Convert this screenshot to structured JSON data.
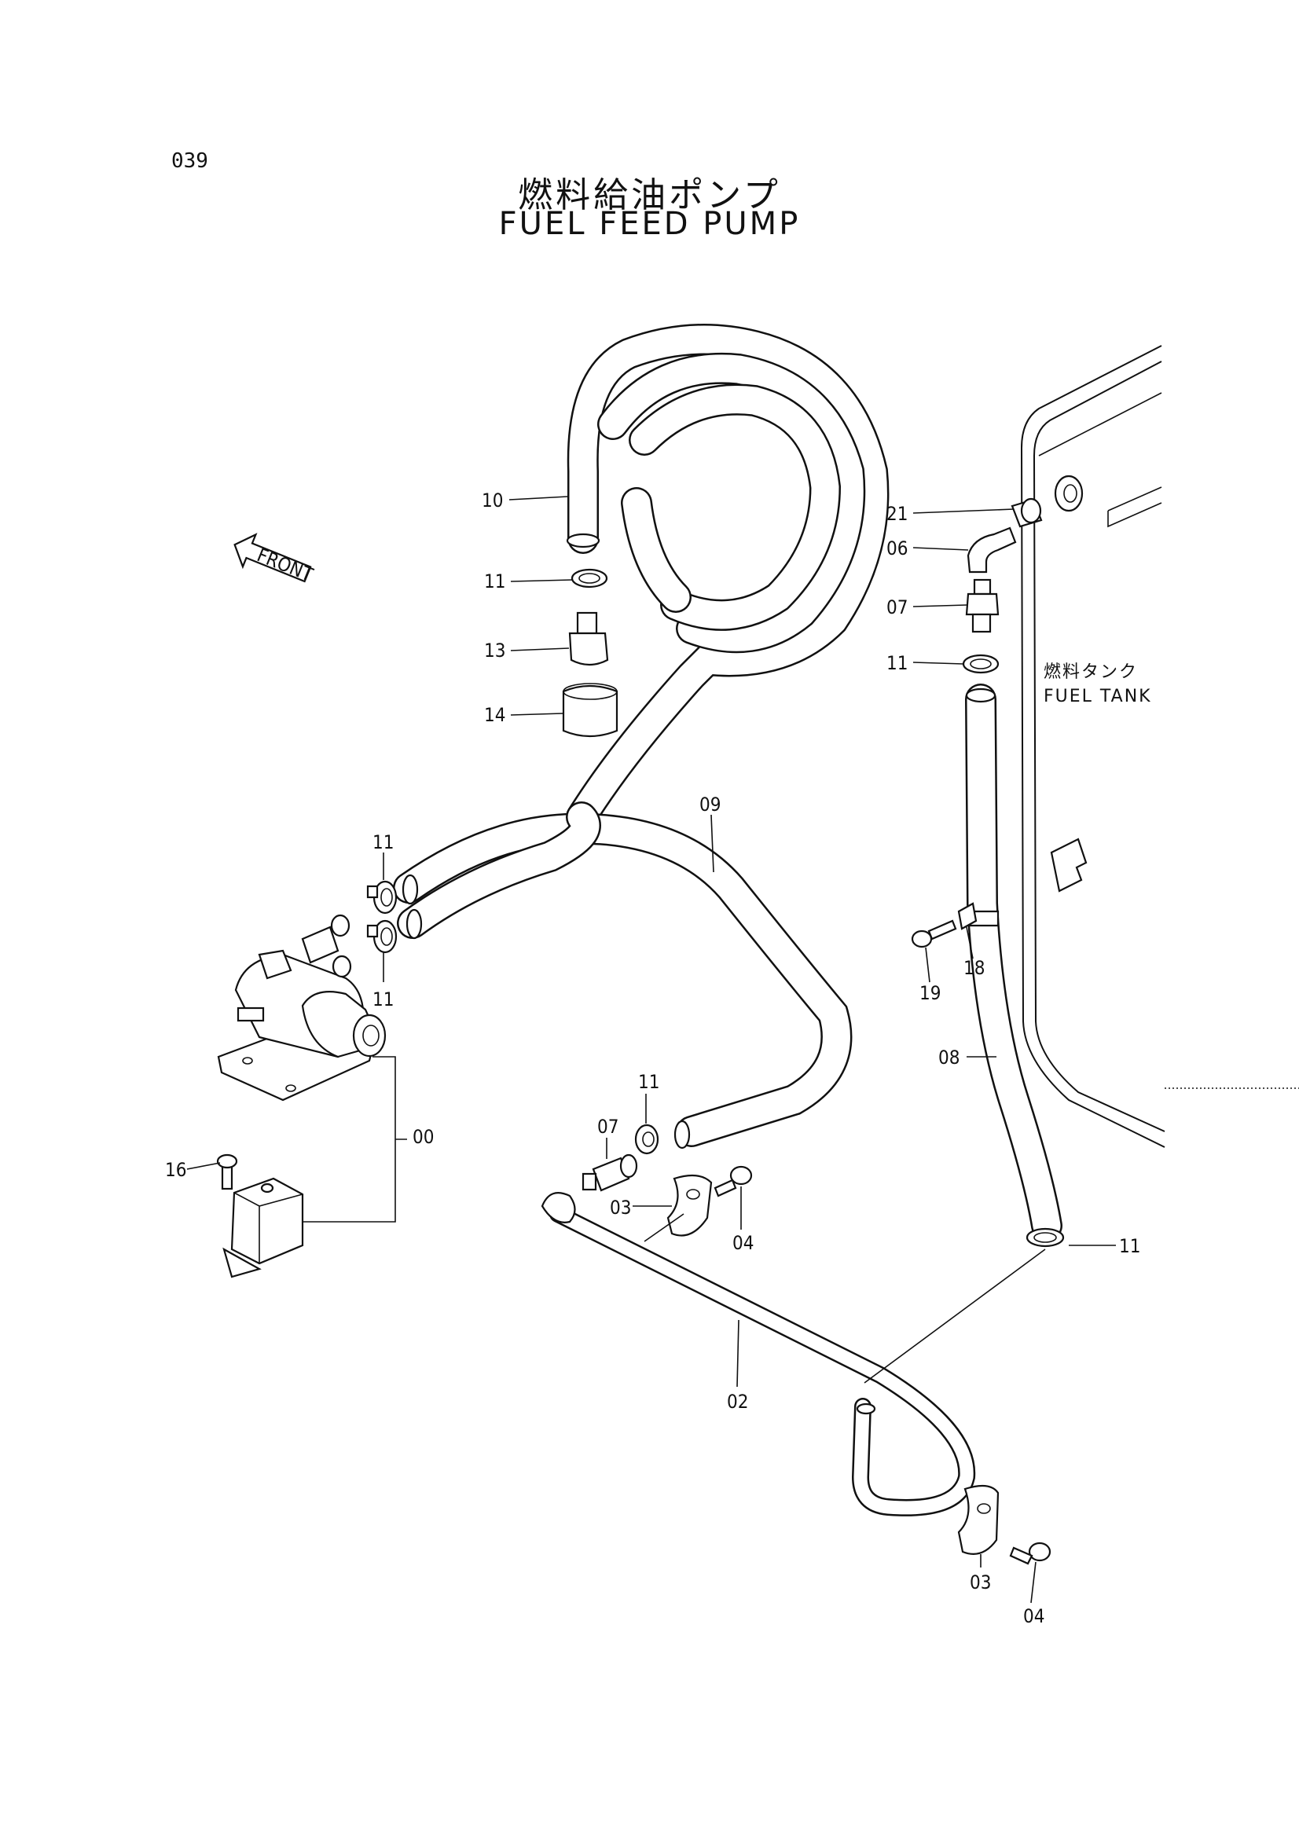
{
  "page": {
    "number": "039"
  },
  "title": {
    "japanese": "燃料給油ポンプ",
    "english": "FUEL  FEED  PUMP"
  },
  "front_arrow": "FRONT",
  "fuel_tank": {
    "japanese": "燃料タンク",
    "english": "FUEL  TANK"
  },
  "callouts": {
    "c10": "10",
    "c11a": "11",
    "c13": "13",
    "c14": "14",
    "c21": "21",
    "c06": "06",
    "c07a": "07",
    "c11b": "11",
    "c09": "09",
    "c11c": "11",
    "c11d": "11",
    "c19": "19",
    "c18": "18",
    "c08": "08",
    "c00": "00",
    "c11e": "11",
    "c07b": "07",
    "c16": "16",
    "c03a": "03",
    "c04a": "04",
    "c11f": "11",
    "c02": "02",
    "c03b": "03",
    "c04b": "04"
  }
}
